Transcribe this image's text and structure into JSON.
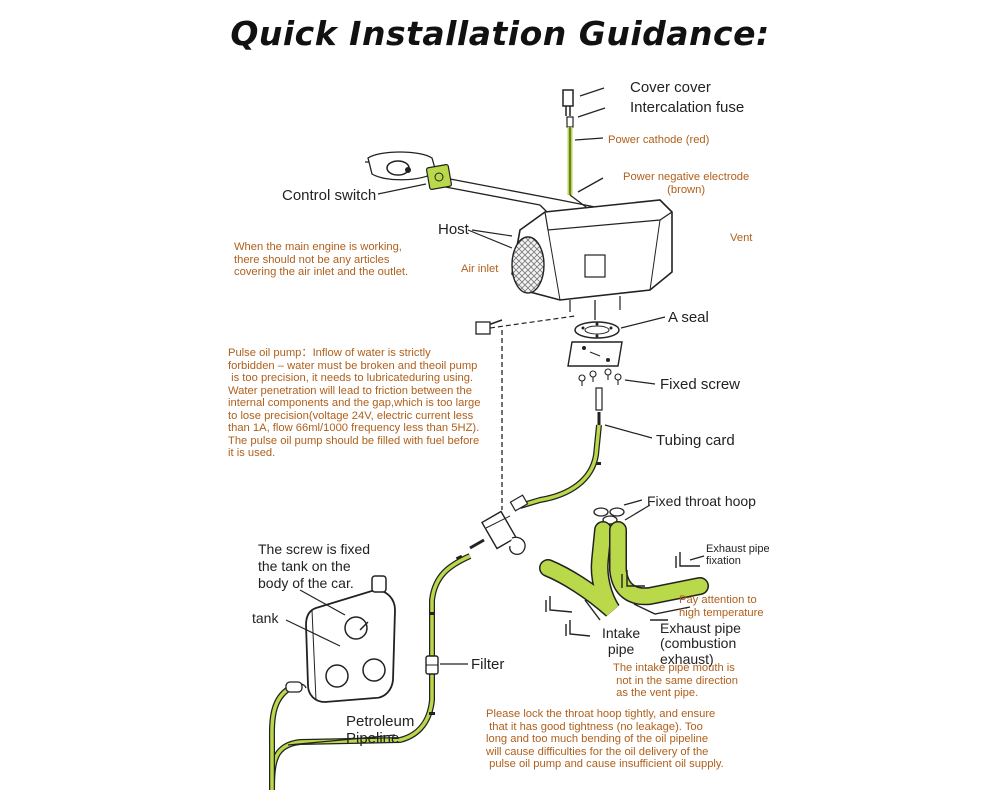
{
  "title": "Quick Installation Guidance:",
  "labels": {
    "cover_cover": "Cover cover",
    "intercalation_fuse": "Intercalation fuse",
    "control_switch": "Control switch",
    "host": "Host",
    "a_seal": "A seal",
    "fixed_screw": "Fixed screw",
    "tubing_card": "Tubing card",
    "fixed_throat_hoop": "Fixed throat hoop",
    "screw_fixed_tank": "The screw is fixed\nthe tank on the\nbody of the car.",
    "tank": "tank",
    "filter": "Filter",
    "petroleum_pipeline": "Petroleum\nPipeline",
    "intake_pipe": "Intake\npipe",
    "exhaust_pipe_combustion": "Exhaust pipe\n(combustion\nexhaust)",
    "exhaust_pipe_fixation": "Exhaust pipe\nfixation"
  },
  "notes": {
    "power_cathode": "Power cathode (red)",
    "power_negative": "Power negative electrode\n(brown)",
    "vent": "Vent",
    "air_inlet": "Air inlet",
    "main_engine": "When the main engine is working,\nthere should not be any articles\ncovering the air inlet and the outlet.",
    "pulse_pump": "Pulse oil pump：Inflow of water is strictly\nforbidden – water must be broken and theoil pump\n is too precision, it needs to lubricateduring using.\nWater penetration will lead to friction between the\ninternal components and the gap,which is too large\nto lose precision(voltage 24V, electric current less\nthan 1A, flow 66ml/1000 frequency less than 5HZ).\nThe pulse oil pump should be filled with fuel before\nit is used.",
    "high_temp": "Pay attention to\nhigh temperature",
    "intake_mouth": "The intake pipe mouth is\n not in the same direction\n as the vent pipe.",
    "throat_hoop": "Please lock the throat hoop tightly, and ensure\n that it has good tightness (no leakage). Too\nlong and too much bending of the oil pipeline\nwill cause difficulties for the oil delivery of the\n pulse oil pump and cause insufficient oil supply."
  },
  "colors": {
    "note_text": "#b0601c",
    "pipe_green": "#b9d84a",
    "line": "#222222"
  }
}
